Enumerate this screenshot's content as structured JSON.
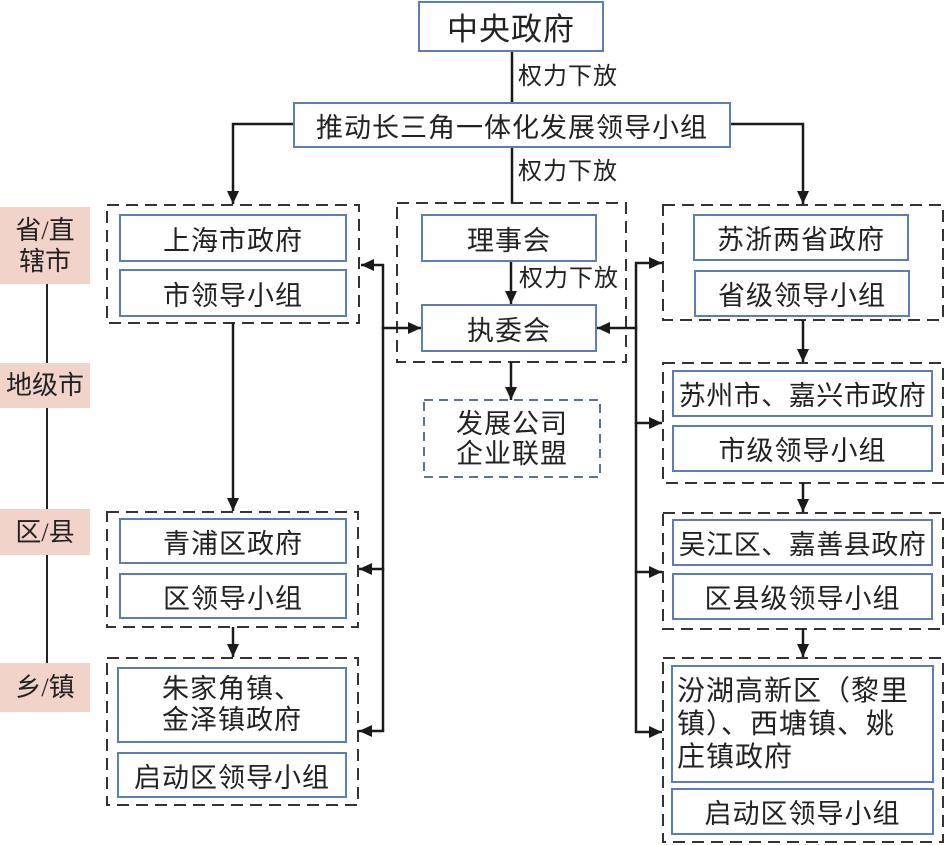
{
  "colors": {
    "box_border": "#5b7db8",
    "level_bg": "#f1d3ca",
    "line": "#1a1a1a",
    "dashed_border": "#333333",
    "company_border": "#5a7396",
    "text": "#222222"
  },
  "top": {
    "central_government": "中央政府",
    "leading_group": "推动长三角一体化发展领导小组"
  },
  "edge_labels": {
    "central_to_group": "权力下放",
    "group_to_council": "权力下放",
    "council_to_executive": "权力下放"
  },
  "levels": [
    {
      "lines": [
        "省/直",
        "辖市"
      ]
    },
    {
      "lines": [
        "地级市"
      ]
    },
    {
      "lines": [
        "区/县"
      ]
    },
    {
      "lines": [
        "乡/镇"
      ]
    }
  ],
  "left": {
    "province": {
      "gov": "上海市政府",
      "group": "市领导小组"
    },
    "county": {
      "gov": "青浦区政府",
      "group": "区领导小组"
    },
    "town": {
      "gov_lines": [
        "朱家角镇、",
        "金泽镇政府"
      ],
      "group": "启动区领导小组"
    }
  },
  "middle": {
    "council": "理事会",
    "executive": "执委会",
    "company_lines": [
      "发展公司",
      "企业联盟"
    ]
  },
  "right": {
    "province": {
      "gov": "苏浙两省政府",
      "group": "省级领导小组"
    },
    "city": {
      "gov": "苏州市、嘉兴市政府",
      "group": "市级领导小组"
    },
    "county": {
      "gov": "吴江区、嘉善县政府",
      "group": "区县级领导小组"
    },
    "town": {
      "gov_lines": [
        "汾湖高新区（黎里",
        "镇）、西塘镇、姚",
        "庄镇政府"
      ],
      "group": "启动区领导小组"
    }
  }
}
